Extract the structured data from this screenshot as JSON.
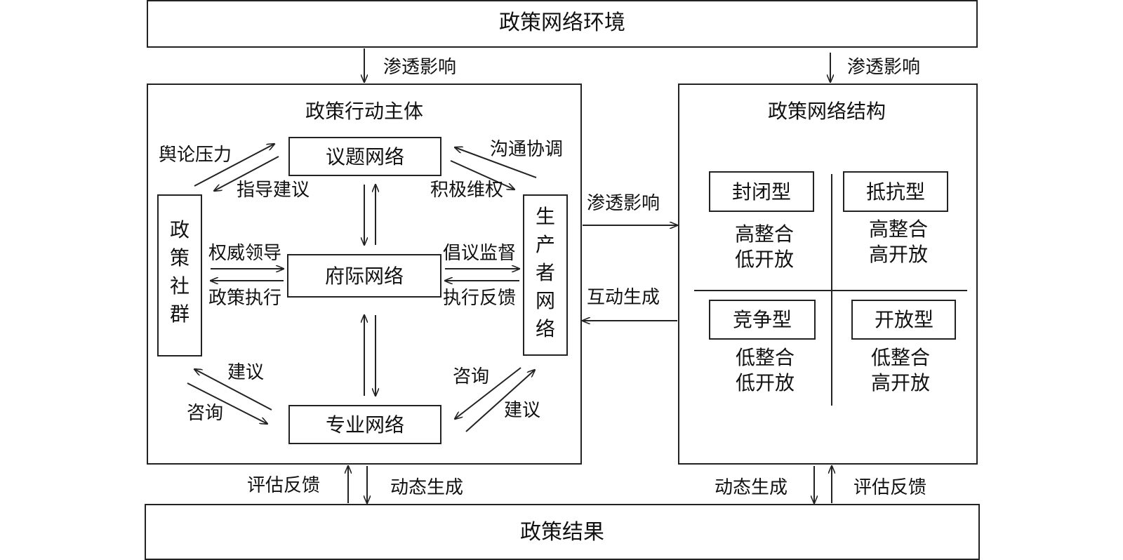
{
  "environment": "政策网络环境",
  "result": "政策结果",
  "top_left_arrow": "渗透影响",
  "top_right_arrow": "渗透影响",
  "middle_right_arrow": "渗透影响",
  "middle_left_arrow": "互动生成",
  "bottom_left": {
    "up": "评估反馈",
    "down": "动态生成"
  },
  "bottom_right": {
    "down": "动态生成",
    "up": "评估反馈"
  },
  "actors": {
    "title": "政策行动主体",
    "issue_network": "议题网络",
    "intergov_network": "府际网络",
    "professional_network": "专业网络",
    "policy_community": [
      "政",
      "策",
      "社",
      "群"
    ],
    "producer_network": [
      "生",
      "产",
      "者",
      "网",
      "络"
    ],
    "labels": {
      "opinion_pressure": "舆论压力",
      "guidance": "指导建议",
      "communication": "沟通协调",
      "rights": "积极维权",
      "authority": "权威领导",
      "execution": "政策执行",
      "advocacy": "倡议监督",
      "feedback": "执行反馈",
      "advice_left": "建议",
      "consult_left": "咨询",
      "consult_right": "咨询",
      "advice_right": "建议"
    }
  },
  "structure": {
    "title": "政策网络结构",
    "types": [
      {
        "name": "封闭型",
        "line1": "高整合",
        "line2": "低开放"
      },
      {
        "name": "抵抗型",
        "line1": "高整合",
        "line2": "高开放"
      },
      {
        "name": "竞争型",
        "line1": "低整合",
        "line2": "低开放"
      },
      {
        "name": "开放型",
        "line1": "低整合",
        "line2": "高开放"
      }
    ]
  }
}
